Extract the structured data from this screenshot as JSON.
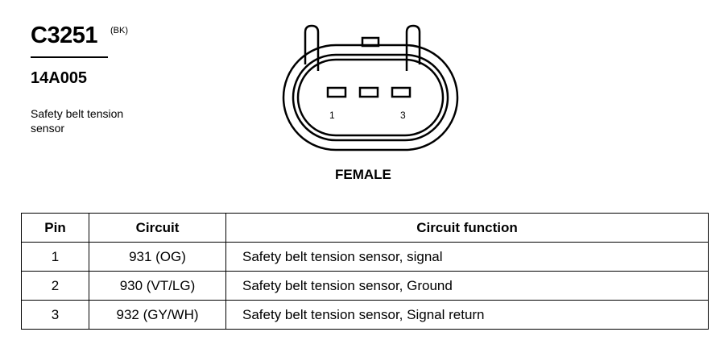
{
  "header": {
    "connector_id": "C3251",
    "color_code": "(BK)",
    "part_number": "14A005",
    "description": "Safety belt tension sensor"
  },
  "connector": {
    "pin_label_first": "1",
    "pin_label_last": "3",
    "gender": "FEMALE"
  },
  "table": {
    "headers": [
      "Pin",
      "Circuit",
      "Circuit function"
    ],
    "rows": [
      [
        "1",
        "931 (OG)",
        "Safety belt tension sensor, signal"
      ],
      [
        "2",
        "930 (VT/LG)",
        "Safety belt tension sensor, Ground"
      ],
      [
        "3",
        "932 (GY/WH)",
        "Safety belt tension sensor, Signal return"
      ]
    ]
  }
}
